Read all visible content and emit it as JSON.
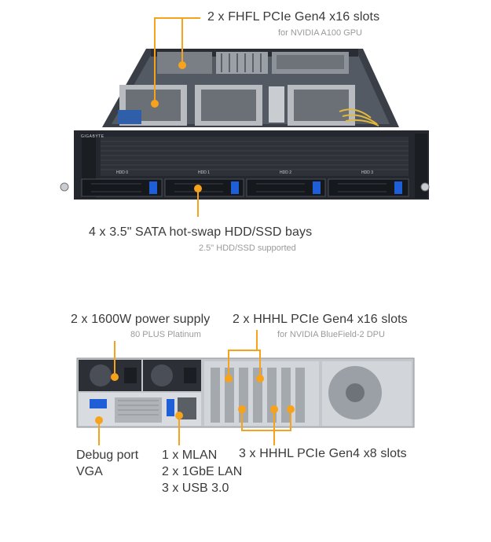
{
  "front": {
    "callout_gpu": {
      "title": "2 x FHFL PCIe Gen4 x16 slots",
      "subtitle": "for NVIDIA A100 GPU"
    },
    "callout_bays": {
      "title": "4 x 3.5\" SATA hot-swap HDD/SSD bays",
      "subtitle": "2.5\" HDD/SSD supported"
    },
    "brand": "GIGABYTE",
    "bay_labels": [
      "HDD 0",
      "HDD 1",
      "HDD 2",
      "HDD 3"
    ]
  },
  "rear": {
    "callout_psu": {
      "title": "2 x 1600W power supply",
      "subtitle": "80 PLUS Platinum"
    },
    "callout_hhhl16": {
      "title": "2 x HHHL PCIe Gen4 x16 slots",
      "subtitle": "for NVIDIA BlueField-2 DPU"
    },
    "callout_debug": {
      "lines": [
        "Debug port",
        "VGA"
      ]
    },
    "callout_io": {
      "lines": [
        "1 x MLAN",
        "2 x 1GbE LAN",
        "3 x USB 3.0"
      ]
    },
    "callout_hhhl8": {
      "title": "3 x HHHL PCIe Gen4 x8 slots"
    }
  },
  "colors": {
    "accent": "#f7a21b",
    "chassis": "#2b2f36",
    "bay_blue": "#1e5fd8"
  }
}
